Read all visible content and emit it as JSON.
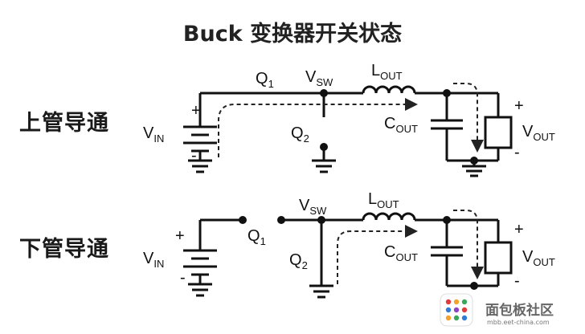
{
  "title": "Buck 变换器开关状态",
  "states": [
    {
      "label": "上管导通",
      "labels": {
        "q1": "Q",
        "q1_sub": "1",
        "q2": "Q",
        "q2_sub": "2",
        "vsw": "V",
        "vsw_sub": "SW",
        "lout": "L",
        "lout_sub": "OUT",
        "cout": "C",
        "cout_sub": "OUT",
        "vout": "V",
        "vout_sub": "OUT",
        "vin": "V",
        "vin_sub": "IN",
        "plus": "+",
        "minus": "-"
      }
    },
    {
      "label": "下管导通",
      "labels": {
        "q1": "Q",
        "q1_sub": "1",
        "q2": "Q",
        "q2_sub": "2",
        "vsw": "V",
        "vsw_sub": "SW",
        "lout": "L",
        "lout_sub": "OUT",
        "cout": "C",
        "cout_sub": "OUT",
        "vout": "V",
        "vout_sub": "OUT",
        "vin": "V",
        "vin_sub": "IN",
        "plus": "+",
        "minus": "-"
      }
    }
  ],
  "watermark": {
    "text": "面包板社区",
    "sub": "mbb.eet-china.com",
    "logo_colors": [
      "#e23b3b",
      "#f2a22d",
      "#3aa85a",
      "#2f7bd6",
      "#8d44c7"
    ]
  }
}
